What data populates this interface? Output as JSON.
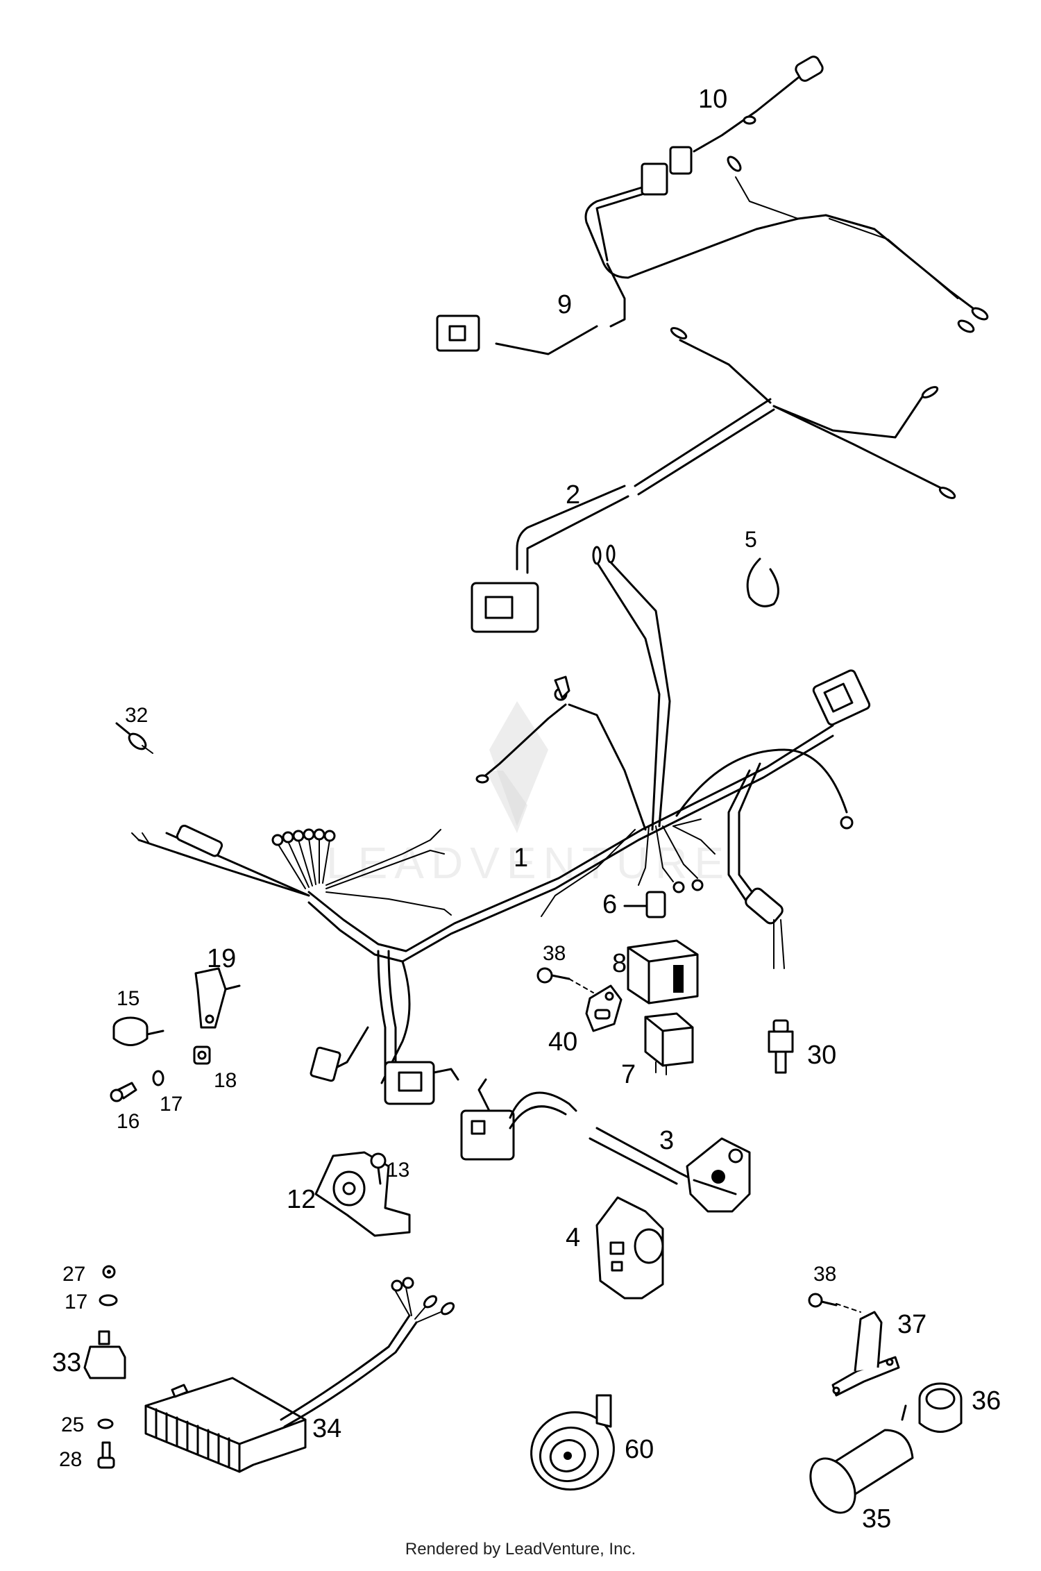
{
  "callouts": {
    "c1": "1",
    "c2": "2",
    "c3": "3",
    "c4": "4",
    "c5": "5",
    "c6": "6",
    "c7": "7",
    "c8": "8",
    "c9": "9",
    "c10": "10",
    "c12": "12",
    "c13": "13",
    "c15": "15",
    "c16": "16",
    "c17a": "17",
    "c17b": "17",
    "c18": "18",
    "c19": "19",
    "c25": "25",
    "c27": "27",
    "c28": "28",
    "c30": "30",
    "c32": "32",
    "c33": "33",
    "c34": "34",
    "c35": "35",
    "c36": "36",
    "c37": "37",
    "c38a": "38",
    "c38b": "38",
    "c40": "40",
    "c60": "60"
  },
  "watermark": {
    "brand": "LEADVENTURE"
  },
  "footer": {
    "text": "Rendered by LeadVenture, Inc."
  }
}
